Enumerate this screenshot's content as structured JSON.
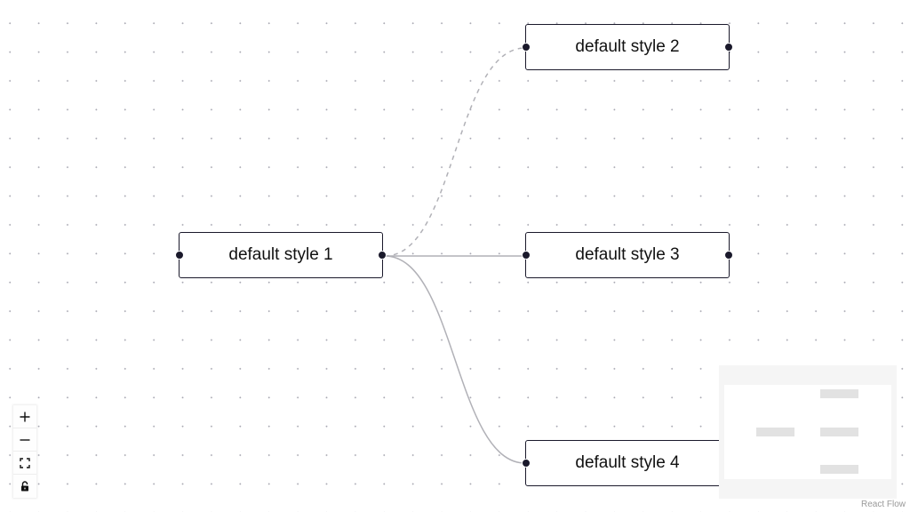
{
  "nodes": [
    {
      "id": "1",
      "label": "default style 1"
    },
    {
      "id": "2",
      "label": "default style 2"
    },
    {
      "id": "3",
      "label": "default style 3"
    },
    {
      "id": "4",
      "label": "default style 4"
    }
  ],
  "edges": [
    {
      "source": "1",
      "target": "2",
      "style": "dashed"
    },
    {
      "source": "1",
      "target": "3",
      "style": "solid"
    },
    {
      "source": "1",
      "target": "4",
      "style": "solid"
    }
  ],
  "controls": {
    "zoom_in_icon": "plus-icon",
    "zoom_out_icon": "minus-icon",
    "fit_view_icon": "fit-view-icon",
    "lock_icon": "lock-icon"
  },
  "attribution": "React Flow",
  "colors": {
    "node_border": "#1a192b",
    "handle": "#1a192b",
    "edge": "#b1b1b7",
    "minimap_background": "#f5f5f5",
    "minimap_node": "#e2e2e2"
  }
}
